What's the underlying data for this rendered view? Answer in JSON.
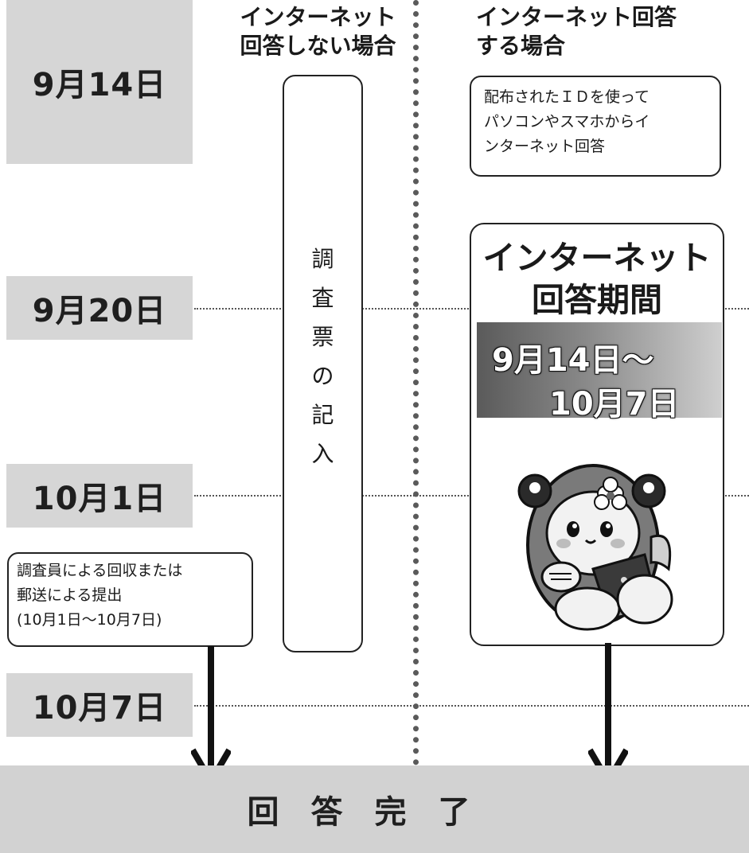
{
  "dates": {
    "sep14": "9月14日",
    "sep20": "9月20日",
    "oct1": "10月1日",
    "oct7": "10月7日"
  },
  "left_column": {
    "heading_line1": "インターネット",
    "heading_line2": "回答しない場合",
    "fill_survey": "調査票の記入",
    "collection_note_line1": "調査員による回収または",
    "collection_note_line2": "郵送による提出",
    "collection_note_line3": "(10月1日～10月7日)"
  },
  "right_column": {
    "heading_line1": "インターネット回答",
    "heading_line2": "する場合",
    "id_note_line1": "配布されたＩＤを使って",
    "id_note_line2": "パソコンやスマホからイ",
    "id_note_line3": "ンターネット回答",
    "period_title_line1": "インターネット",
    "period_title_line2": "回答期間",
    "period_range_line1": "9月14日～",
    "period_range_line2": "10月7日"
  },
  "completion": "回答完了",
  "colors": {
    "date_box": "#d6d6d6",
    "completion_band": "#d2d2d2",
    "line": "#222222"
  }
}
